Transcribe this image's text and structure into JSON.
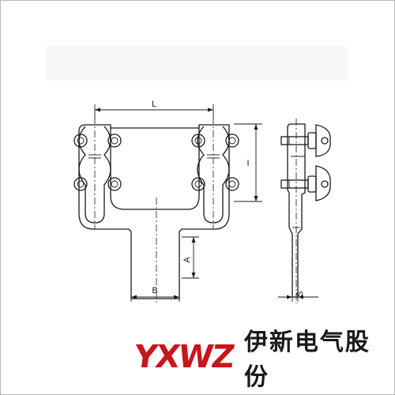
{
  "diagram": {
    "dimensions": {
      "L": "L",
      "I": "I",
      "A": "A",
      "B": "B",
      "S": "S"
    }
  },
  "footer": {
    "logo": "YXWZ",
    "company_name": "伊新电气股份"
  },
  "colors": {
    "brand": "#c8161d",
    "line": "#1a1a1a"
  }
}
